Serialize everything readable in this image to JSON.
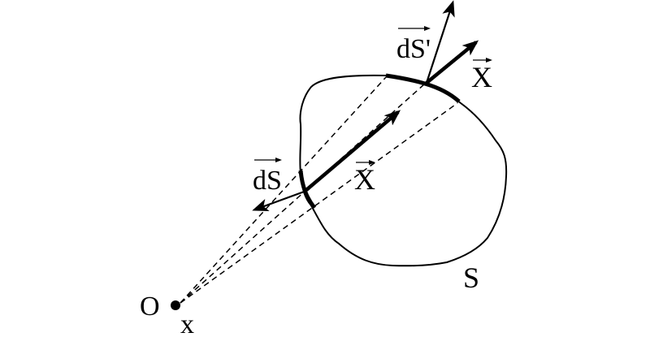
{
  "labels": {
    "ds": "dS",
    "ds_prime": "dS'",
    "x_vector_inner": "X",
    "x_vector_outer": "X",
    "surface": "S",
    "origin": "O",
    "point": "x"
  },
  "colors": {
    "ink": "#000000",
    "background": "#ffffff"
  }
}
